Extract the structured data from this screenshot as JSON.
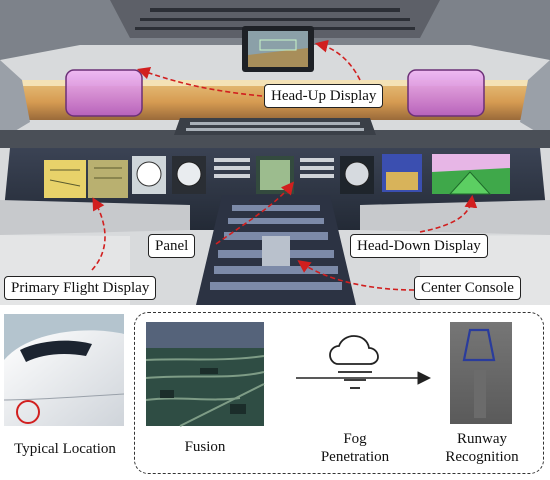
{
  "labels": {
    "hud": "Head-Up Display",
    "panel": "Panel",
    "hdd": "Head-Down Display",
    "pfd": "Primary Flight Display",
    "console": "Center Console"
  },
  "captions": {
    "typical_location": "Typical Location",
    "fusion": "Fusion",
    "fog_1": "Fog",
    "fog_2": "Penetration",
    "runway_1": "Runway",
    "runway_2": "Recognition"
  },
  "colors": {
    "dash_arrow": "#d11f1f",
    "highlight_circle": "#d11f1f",
    "hud_glass": "#d77ee0",
    "hdd_screen": "#3fa84a",
    "pfd_screen": "#e8d26a"
  }
}
